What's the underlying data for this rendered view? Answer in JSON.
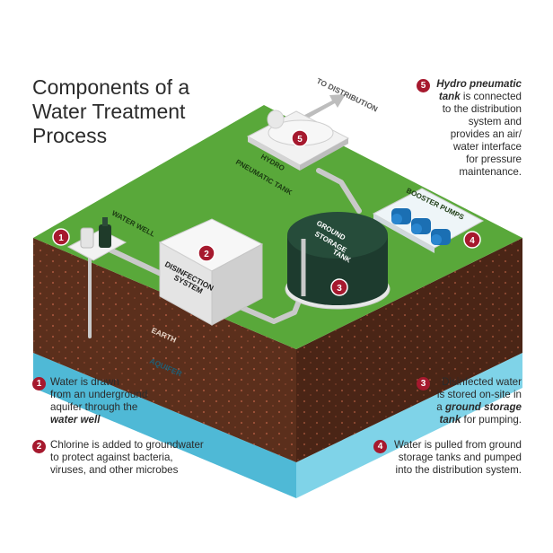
{
  "title": {
    "line1": "Components of a",
    "line2": "Water Treatment",
    "line3": "Process"
  },
  "labels": {
    "to_distribution": "TO DISTRIBUTION",
    "hydro_tank_line1": "HYDRO",
    "hydro_tank_line2": "PNEUMATIC TANK",
    "booster_pumps": "BOOSTER PUMPS",
    "water_well": "WATER WELL",
    "disinfection_line1": "DISINFECTION",
    "disinfection_line2": "SYSTEM",
    "ground_storage_line1": "GROUND",
    "ground_storage_line2": "STORAGE",
    "ground_storage_line3": "TANK",
    "earth": "EARTH",
    "aquifer": "AQUIFER"
  },
  "markers": [
    "1",
    "2",
    "3",
    "4",
    "5"
  ],
  "notes": {
    "n5": {
      "num": "5",
      "bold1": "Hydro pneumatic",
      "bold2": "tank",
      "rest1": " is connected",
      "rest2": "to the distribution",
      "rest3": "system and",
      "rest4": "provides an air/",
      "rest5": "water interface",
      "rest6": "for pressure",
      "rest7": "maintenance."
    },
    "n1": {
      "num": "1",
      "line1": "Water is drawn",
      "line2": "from an underground",
      "line3": "aquifer through the",
      "bold": "water well"
    },
    "n2": {
      "num": "2",
      "line1": "Chlorine is added to groundwater",
      "line2": "to protect against bacteria,",
      "line3": "viruses, and other microbes"
    },
    "n3": {
      "num": "3",
      "line1": "Disinfected water",
      "line2": "is stored on-site in",
      "pre3": "a ",
      "bold1": "ground storage",
      "bold2": "tank",
      "post4": " for pumping."
    },
    "n4": {
      "num": "4",
      "line1": "Water is pulled from ground",
      "line2": "storage tanks and pumped",
      "line3": "into the distribution system."
    }
  },
  "colors": {
    "accent": "#a6192e",
    "grass": "#59a83a",
    "earth": "#5b2f1c",
    "aquifer": "#5bc6e0",
    "tank": "#1d3b2e",
    "pipe": "#c8c8c8"
  }
}
